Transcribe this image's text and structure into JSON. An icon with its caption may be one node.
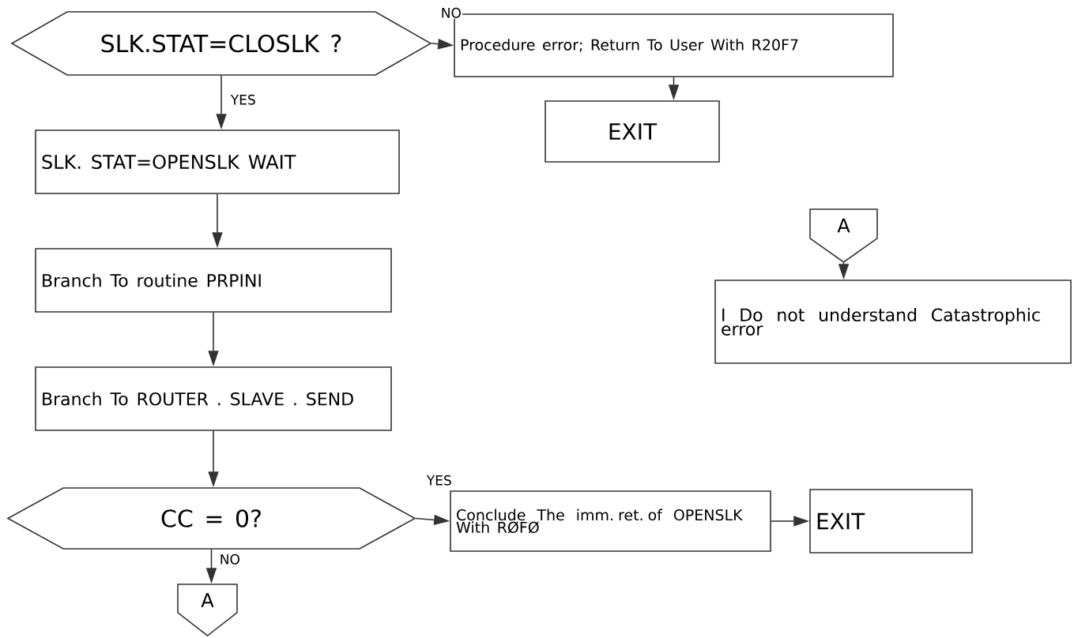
{
  "diagram": {
    "nodes": [
      {
        "text": [
          "SLK.STAT=CLOSLK ?"
        ]
      },
      {
        "text": [
          "Procedure error; Return To User With R20F7"
        ]
      },
      {
        "text": [
          "EXIT"
        ]
      },
      {
        "text": [
          "SLK. STAT=OPENSLK WAIT"
        ]
      },
      {
        "text": [
          "Branch To routine PRPINI"
        ]
      },
      {
        "text": [
          "Branch To ROUTER . SLAVE . SEND"
        ]
      },
      {
        "text": [
          "CC = 0?"
        ]
      },
      {
        "text": [
          "Conclude The imm. ret. of OPENSLK With RØFØ"
        ]
      },
      {
        "text": [
          "EXIT"
        ]
      },
      {
        "text": [
          "A"
        ]
      },
      {
        "text": [
          "A"
        ]
      },
      {
        "text": [
          "I Do not understand Catastrophic error"
        ]
      }
    ],
    "edges": [
      {
        "from": 0,
        "to": 1,
        "arrow": "to",
        "label": "NO"
      },
      {
        "from": 1,
        "to": 2,
        "arrow": "to"
      },
      {
        "from": 0,
        "to": 3,
        "arrow": "to",
        "label": "YES"
      },
      {
        "from": 3,
        "to": 4,
        "arrow": "to"
      },
      {
        "from": 4,
        "to": 5,
        "arrow": "to"
      },
      {
        "from": 5,
        "to": 6,
        "arrow": "to"
      },
      {
        "from": 6,
        "to": 7,
        "arrow": "to",
        "label": "YES"
      },
      {
        "from": 7,
        "to": 8,
        "arrow": "to"
      },
      {
        "from": 6,
        "to": 9,
        "arrow": "to",
        "label": "NO"
      },
      {
        "from": 10,
        "to": 11,
        "arrow": "to"
      }
    ]
  }
}
